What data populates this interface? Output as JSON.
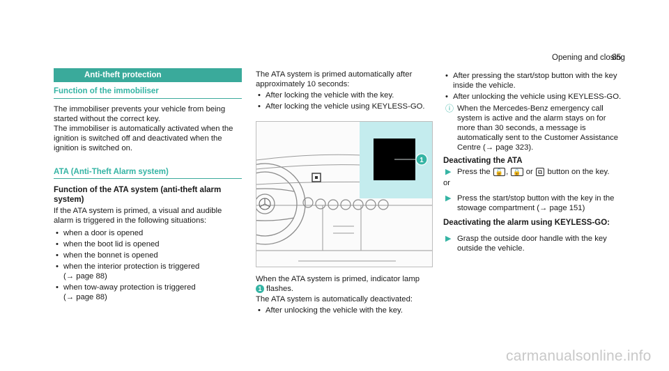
{
  "header": {
    "section": "Opening and closing",
    "page_number": "85"
  },
  "col1": {
    "bar_title": "Anti-theft protection",
    "immobiliser_heading": "Function of the immobiliser",
    "immobiliser_p1": "The immobiliser prevents your vehicle from being started without the correct key.",
    "immobiliser_p2": "The immobiliser is automatically activated when the ignition is switched off and deactivated when the ignition is switched on.",
    "ata_section": "ATA (Anti-Theft Alarm system)",
    "ata_function_heading": "Function of the ATA system (anti-theft alarm system)",
    "ata_intro": "If the ATA system is primed, a visual and audible alarm is triggered in the following situations:",
    "situations": [
      "when a door is opened",
      "when the boot lid is opened",
      "when the bonnet is opened",
      "when the interior protection is triggered",
      "(→ page 88)",
      "when tow-away protection is triggered",
      "(→ page 88)"
    ]
  },
  "col2": {
    "primed_intro": "The ATA system is primed automatically after approximately 10 seconds:",
    "primed_items": [
      "After locking the vehicle with the key.",
      "After locking the vehicle using KEYLESS-GO."
    ],
    "figure_callout": "1",
    "caption_line1": "When the ATA system is primed, indicator lamp",
    "caption_line2": "flashes.",
    "deactivated_intro": "The ATA system is automatically deactivated:",
    "deactivated_items": [
      "After unlocking the vehicle with the key."
    ]
  },
  "col3": {
    "items": [
      "After pressing the start/stop button with the key inside the vehicle.",
      "After unlocking the vehicle using KEYLESS-GO."
    ],
    "note": "When the Mercedes-Benz emergency call system is active and the alarm stays on for more than 30 seconds, a message is automatically sent to the Customer Assistance Centre (→ page 323).",
    "deact_heading": "Deactivating the ATA",
    "step1_pre": "Press the",
    "step1_key_unlock": "🔓",
    "step1_key_lock": "🔒",
    "step1_or": "or",
    "step1_key_boot": "⧉",
    "step1_post": "button on the key.",
    "or_word": "or",
    "step2": "Press the start/stop button with the key in the stowage compartment (→ page 151)",
    "keyless_heading": "Deactivating the alarm using KEYLESS-GO:",
    "step3": "Grasp the outside door handle with the key outside the vehicle."
  },
  "watermark": "carmanualsonline.info",
  "colors": {
    "accent": "#3aaa9b",
    "highlight": "#c4ecee"
  }
}
